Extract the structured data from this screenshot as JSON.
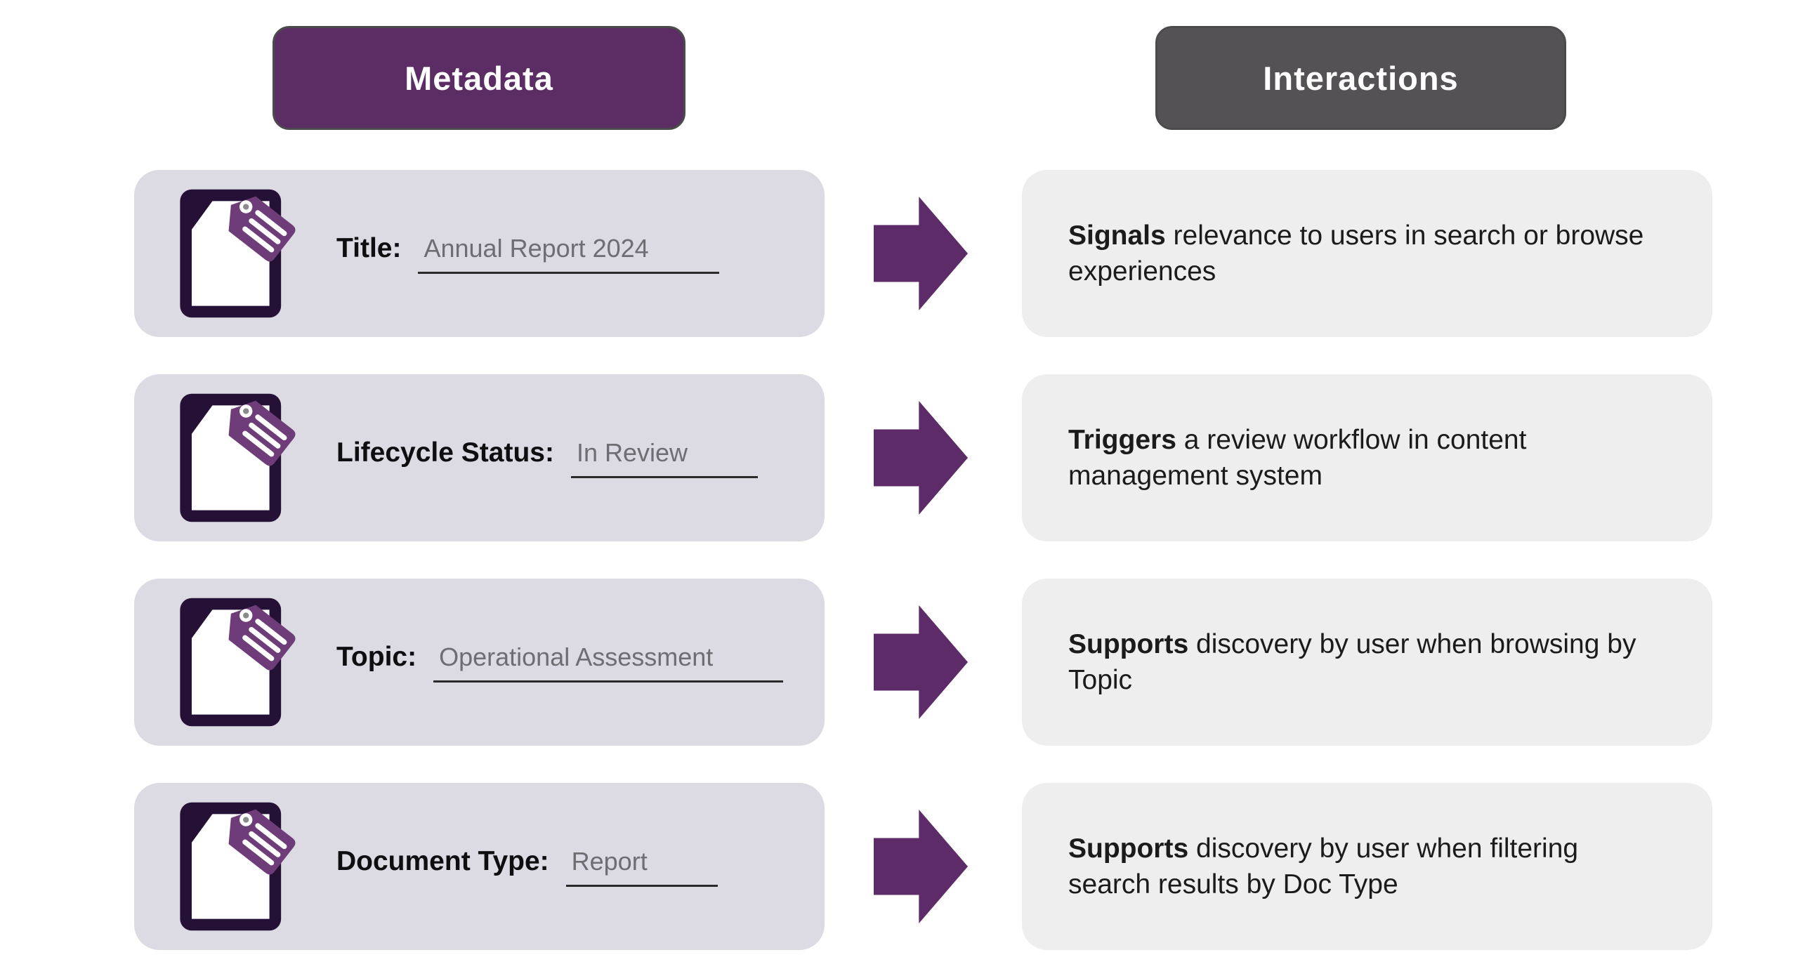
{
  "headers": {
    "left": "Metadata",
    "right": "Interactions"
  },
  "colors": {
    "header_purple": "#5c2c64",
    "header_gray": "#545254",
    "left_box_bg": "#dcdae3",
    "right_box_bg": "#efeeef",
    "arrow_purple": "#5d2b67",
    "icon_outline": "#261136",
    "tag_purple": "#6e3d79",
    "value_text": "#6d6d72",
    "underline": "#2a2a2a"
  },
  "icons": {
    "row_icon": "document-tag-icon",
    "arrow_icon": "right-arrow-icon"
  },
  "rows": [
    {
      "label": "Title:",
      "value": "Annual Report 2024",
      "interaction": {
        "lead": "Signals",
        "rest": " relevance to users in search or browse experiences"
      }
    },
    {
      "label": "Lifecycle Status:",
      "value": "In Review",
      "interaction": {
        "lead": "Triggers",
        "rest": " a review workflow in content management system"
      }
    },
    {
      "label": "Topic:",
      "value": "Operational Assessment",
      "interaction": {
        "lead": "Supports",
        "rest": " discovery by user when browsing by Topic"
      }
    },
    {
      "label": "Document Type:",
      "value": "Report",
      "interaction": {
        "lead": "Supports",
        "rest": " discovery by user when filtering search results by Doc Type"
      }
    }
  ]
}
